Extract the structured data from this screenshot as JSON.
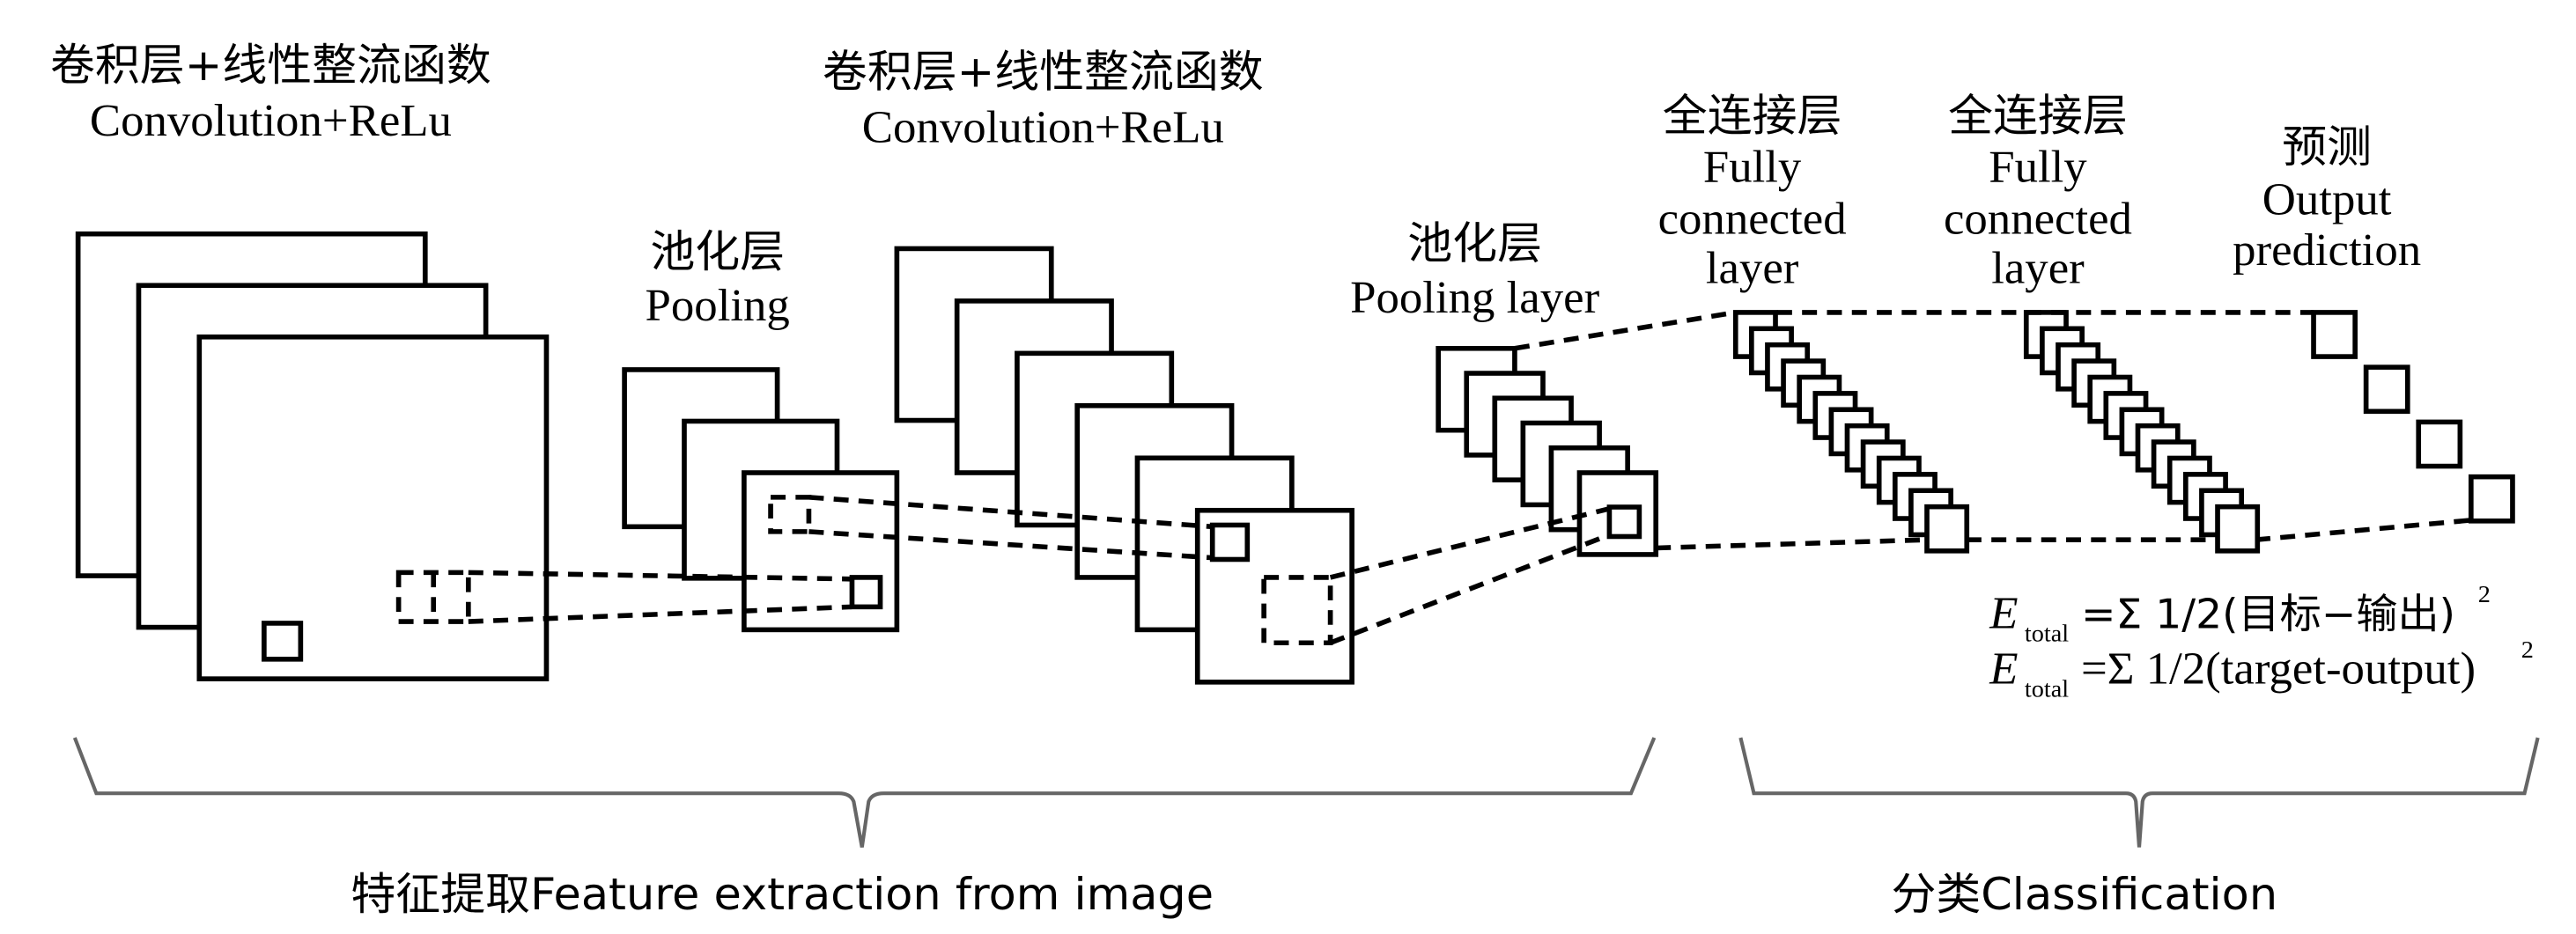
{
  "figure": {
    "labels": {
      "conv1_cn": "卷积层+线性整流函数",
      "conv1_en": "Convolution+ReLu",
      "pool1_cn": "池化层",
      "pool1_en": "Pooling",
      "conv2_cn": "卷积层+线性整流函数",
      "conv2_en": "Convolution+ReLu",
      "pool2_cn": "池化层",
      "pool2_en": "Pooling layer",
      "fc1_cn": "全连接层",
      "fc1_en_1": "Fully",
      "fc1_en_2": "connected",
      "fc1_en_3": "layer",
      "fc2_cn": "全连接层",
      "fc2_en_1": "Fully",
      "fc2_en_2": "connected",
      "fc2_en_3": "layer",
      "out_cn": "预测",
      "out_en_1": "Output",
      "out_en_2": "prediction"
    },
    "formulas": [
      {
        "symbol": "E",
        "subscript": "total",
        "body": "=Σ 1/2(目标−输出)",
        "power": "2"
      },
      {
        "symbol": "E",
        "subscript": "total",
        "body": "=Σ 1/2(target-output)",
        "power": "2"
      }
    ],
    "sections": {
      "feature_extraction": "特征提取Feature extraction from image",
      "classification": "分类Classification"
    },
    "layers": [
      {
        "name": "conv1",
        "feature_maps": 3
      },
      {
        "name": "pool1",
        "feature_maps": 3
      },
      {
        "name": "conv2",
        "feature_maps": 6
      },
      {
        "name": "pool2",
        "feature_maps": 6
      },
      {
        "name": "fc1",
        "units": 13
      },
      {
        "name": "fc2",
        "units": 13
      },
      {
        "name": "output",
        "units": 4
      }
    ],
    "colors": {
      "stroke": "#000000",
      "brace": "#666666",
      "background": "#ffffff"
    }
  }
}
